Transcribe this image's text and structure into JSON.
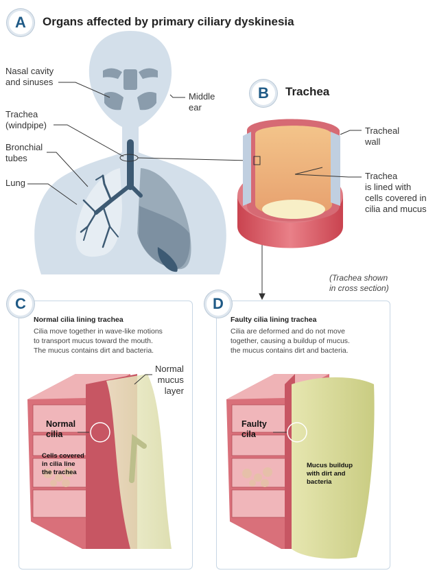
{
  "panels": {
    "a": {
      "letter": "A",
      "title": "Organs affected by primary ciliary dyskinesia"
    },
    "b": {
      "letter": "B",
      "title": "Trachea"
    },
    "c": {
      "letter": "C",
      "title": "Normal cilia lining trachea",
      "body": "Cilia move together in wave-like motions\nto transport mucus toward the mouth.\nThe mucus contains dirt and bacteria."
    },
    "d": {
      "letter": "D",
      "title": "Faulty cilia lining trachea",
      "body": "Cilia are deformed and do not move\ntogether, causing a buildup of mucus.\nthe mucus contains dirt and bacteria."
    }
  },
  "labels": {
    "nasal": "Nasal cavity\nand sinuses",
    "middle_ear": "Middle\near",
    "trachea": "Trachea\n(windpipe)",
    "bronchial": "Bronchial\ntubes",
    "lung": "Lung",
    "tracheal_wall": "Tracheal\nwall",
    "trachea_lined": "Trachea\nis lined with\ncells covered in\ncilia and mucus",
    "cross_section": "(Trachea shown\n in cross section)",
    "normal_mucus": "Normal\nmucus\nlayer",
    "normal_cilia": "Normal\ncilia",
    "cells_covered": "Cells covered\nin cilia line\nthe trachea",
    "faulty_cila": "Faulty\ncila",
    "mucus_buildup": "Mucus buildup\nwith dirt and\nbacteria"
  },
  "colors": {
    "body": "#d3dfea",
    "lung": "#9aabb9",
    "airway": "#3d5a73",
    "tissue": "#d9707a",
    "tissue_light": "#efb3b6",
    "mucus": "#e3e4a6",
    "badge": "#1f5a86"
  }
}
